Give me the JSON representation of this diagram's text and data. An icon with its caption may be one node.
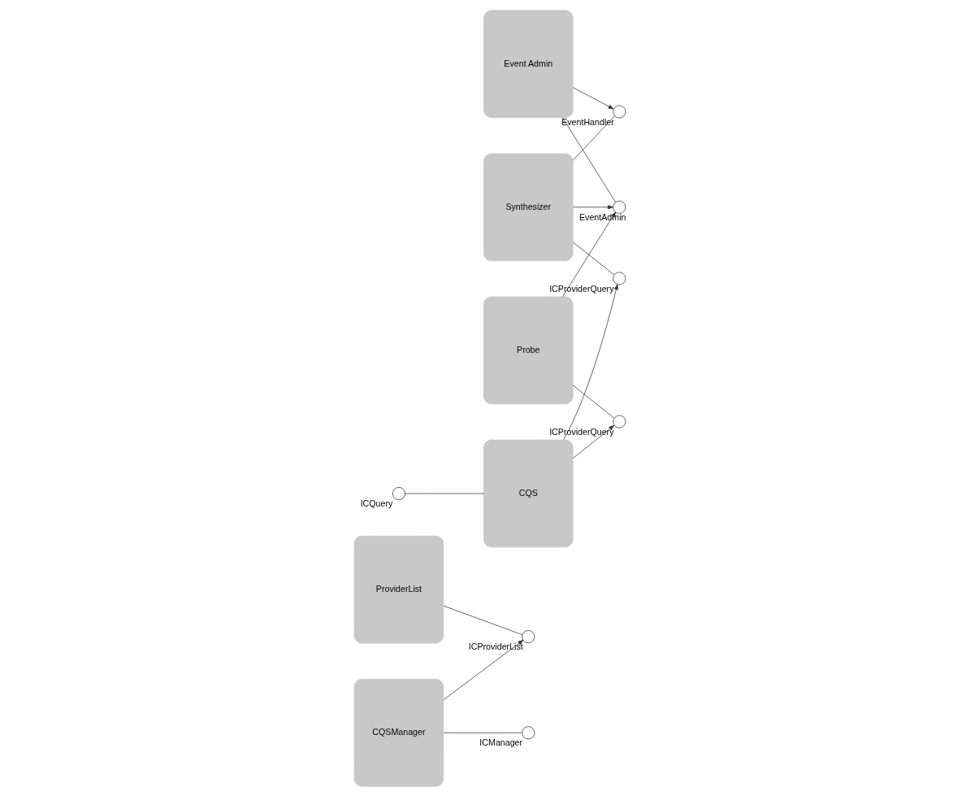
{
  "diagram": {
    "nodes": [
      {
        "text": [
          "ProviderList"
        ]
      },
      {
        "text": [],
        "shape": "circle",
        "beside": [
          "ICProviderList"
        ]
      },
      {
        "text": [
          "CQSManager"
        ]
      },
      {
        "text": [],
        "shape": "circle",
        "beside": [
          "ICManager"
        ]
      },
      {
        "text": [],
        "shape": "circle",
        "beside": [
          "ICQuery"
        ]
      },
      {
        "text": [
          "CQS"
        ]
      },
      {
        "text": [],
        "shape": "circle",
        "beside": [
          "ICProviderQuery"
        ]
      },
      {
        "text": [
          "Synthesizer"
        ]
      },
      {
        "text": [],
        "shape": "circle",
        "beside": [
          "EventHandler"
        ]
      },
      {
        "text": [],
        "shape": "circle",
        "beside": [
          "ICProviderQuery"
        ]
      },
      {
        "text": [
          "Event Admin"
        ]
      },
      {
        "text": [],
        "shape": "circle",
        "beside": [
          "EventAdmin"
        ]
      },
      {
        "text": [
          "Probe"
        ]
      }
    ],
    "edges": [
      {
        "from": 0,
        "to": 1,
        "arrow": "none"
      },
      {
        "from": 2,
        "to": 1,
        "arrow": "to"
      },
      {
        "from": 2,
        "to": 3,
        "arrow": "none"
      },
      {
        "from": 4,
        "to": 5,
        "arrow": "none"
      },
      {
        "from": 5,
        "to": 6,
        "arrow": "to"
      },
      {
        "from": 7,
        "to": 6,
        "arrow": "none"
      },
      {
        "from": 7,
        "to": 8,
        "arrow": "none"
      },
      {
        "from": 10,
        "to": 8,
        "arrow": "to"
      },
      {
        "from": 5,
        "to": 9,
        "arrow": "to"
      },
      {
        "from": 12,
        "to": 9,
        "arrow": "none"
      },
      {
        "from": 7,
        "to": 11,
        "arrow": "to"
      },
      {
        "from": 12,
        "to": 11,
        "arrow": "to"
      },
      {
        "from": 10,
        "to": 11,
        "arrow": "none"
      }
    ]
  }
}
